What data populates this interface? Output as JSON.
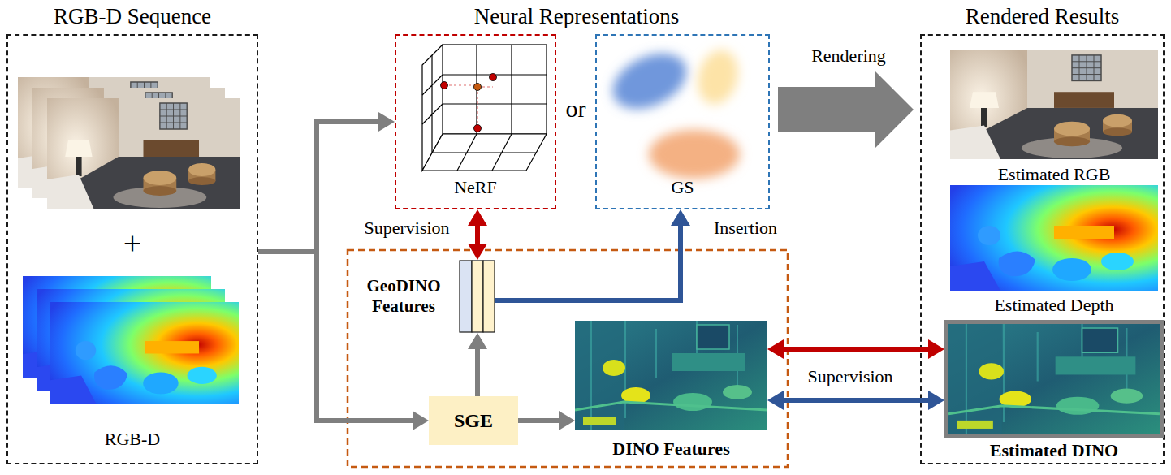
{
  "diagram": {
    "nodes": [
      {
        "text": [
          "RGB-D Sequence",
          "+",
          "RGB-D"
        ]
      },
      {
        "text": [
          "NeRF"
        ]
      },
      {
        "text": [
          "GS"
        ]
      },
      {
        "text": [
          "Rendered Results"
        ]
      },
      {
        "text": [
          "Estimated RGB"
        ],
        "in": 3
      },
      {
        "text": [
          "Estimated Depth"
        ],
        "in": 3
      },
      {
        "text": [
          "Estimated DINO"
        ],
        "in": 3
      },
      {
        "text": [
          "GeoDINO Features"
        ]
      },
      {
        "text": [
          "SGE"
        ]
      },
      {
        "text": [
          "DINO Features"
        ]
      }
    ],
    "edges": [
      {
        "from": 0,
        "to": 1,
        "arrow": "to"
      },
      {
        "from": 0,
        "to": 8,
        "arrow": "to"
      },
      {
        "from": 8,
        "to": 7,
        "arrow": "to"
      },
      {
        "from": 8,
        "to": 9,
        "arrow": "to"
      },
      {
        "from": 1,
        "to": 7,
        "label": "Supervision",
        "arrow": "both"
      },
      {
        "from": 7,
        "to": 2,
        "label": "Insertion",
        "arrow": "to"
      },
      {
        "from": 2,
        "to": 3,
        "label": "Rendering",
        "arrow": "to"
      },
      {
        "from": 9,
        "to": 6,
        "arrow": "both"
      },
      {
        "from": 9,
        "to": 6,
        "label": "Supervision",
        "arrow": "both"
      }
    ],
    "labels": [
      "Neural Representations",
      "or"
    ]
  }
}
